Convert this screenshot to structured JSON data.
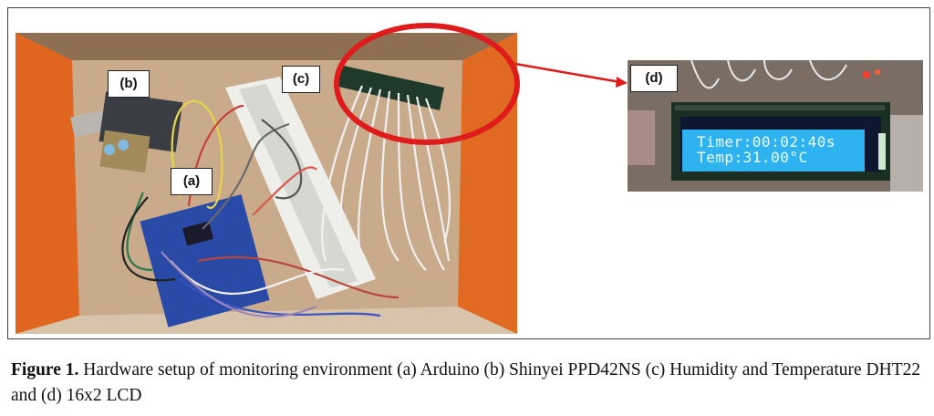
{
  "figure": {
    "labels": {
      "a": "(a)",
      "b": "(b)",
      "c": "(c)",
      "d": "(d)"
    },
    "lcd": {
      "line1": "Timer:00:02:40s",
      "line2": "Temp:31.00°C"
    },
    "colors": {
      "highlight_circle": "#e01b1b",
      "box_orange": "#e0651e",
      "lcd_blue": "#2fb3f0"
    }
  },
  "caption": {
    "prefix": "Figure 1.",
    "text": " Hardware setup of monitoring environment (a) Arduino (b) Shinyei PPD42NS (c) Humidity and Temperature DHT22 and (d) 16x2 LCD"
  }
}
